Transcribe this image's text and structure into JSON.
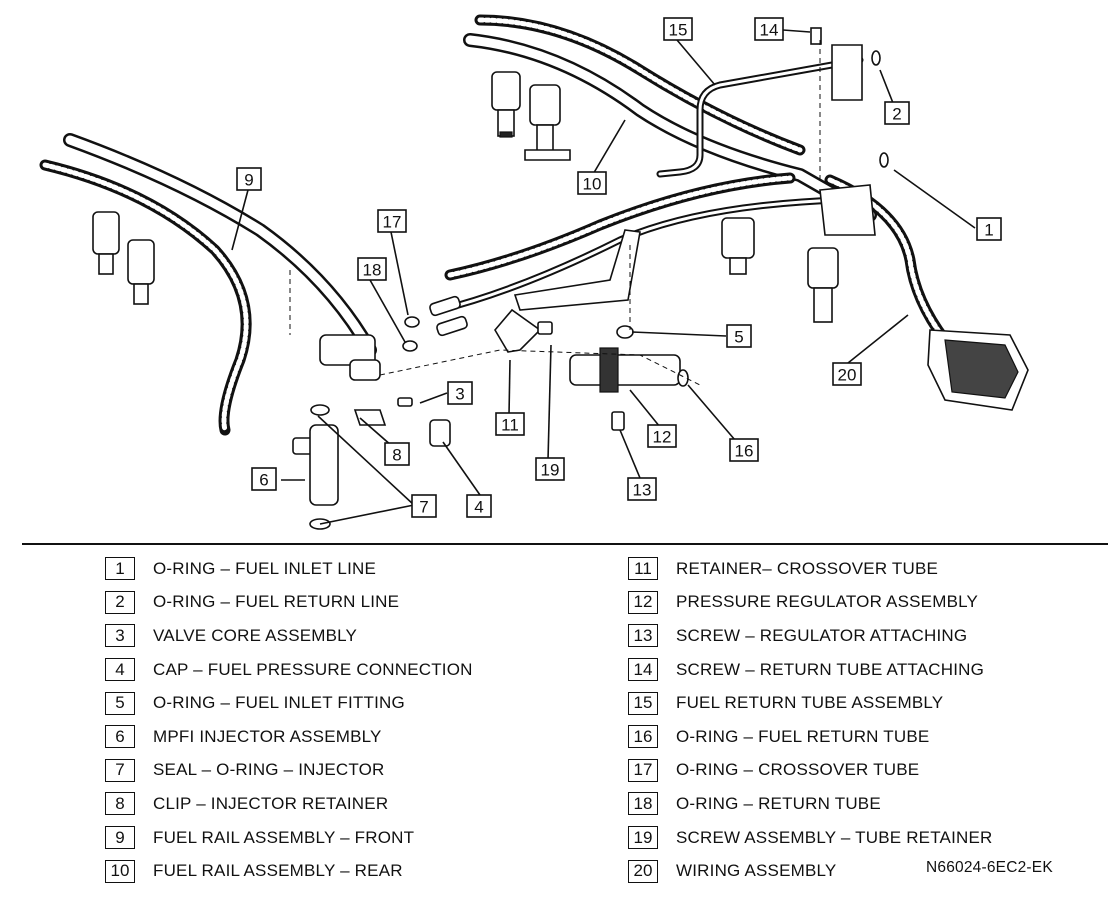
{
  "callouts": [
    "1",
    "2",
    "3",
    "4",
    "5",
    "6",
    "7",
    "8",
    "9",
    "10",
    "11",
    "12",
    "13",
    "14",
    "15",
    "16",
    "17",
    "18",
    "19",
    "20"
  ],
  "legend": {
    "left": [
      {
        "num": "1",
        "text": "O-RING – FUEL INLET LINE"
      },
      {
        "num": "2",
        "text": "O-RING – FUEL RETURN LINE"
      },
      {
        "num": "3",
        "text": "VALVE CORE ASSEMBLY"
      },
      {
        "num": "4",
        "text": "CAP – FUEL PRESSURE CONNECTION"
      },
      {
        "num": "5",
        "text": "O-RING – FUEL INLET FITTING"
      },
      {
        "num": "6",
        "text": "MPFI INJECTOR ASSEMBLY"
      },
      {
        "num": "7",
        "text": "SEAL – O-RING – INJECTOR"
      },
      {
        "num": "8",
        "text": "CLIP – INJECTOR RETAINER"
      },
      {
        "num": "9",
        "text": "FUEL RAIL ASSEMBLY – FRONT"
      },
      {
        "num": "10",
        "text": "FUEL RAIL ASSEMBLY – REAR"
      }
    ],
    "right": [
      {
        "num": "11",
        "text": "RETAINER– CROSSOVER TUBE"
      },
      {
        "num": "12",
        "text": "PRESSURE REGULATOR ASSEMBLY"
      },
      {
        "num": "13",
        "text": "SCREW – REGULATOR ATTACHING"
      },
      {
        "num": "14",
        "text": "SCREW – RETURN TUBE ATTACHING"
      },
      {
        "num": "15",
        "text": "FUEL RETURN TUBE ASSEMBLY"
      },
      {
        "num": "16",
        "text": "O-RING – FUEL RETURN TUBE"
      },
      {
        "num": "17",
        "text": "O-RING – CROSSOVER TUBE"
      },
      {
        "num": "18",
        "text": "O-RING – RETURN TUBE"
      },
      {
        "num": "19",
        "text": "SCREW ASSEMBLY – TUBE RETAINER"
      },
      {
        "num": "20",
        "text": "WIRING ASSEMBLY"
      }
    ]
  },
  "figure_id": "N66024-6EC2-EK"
}
